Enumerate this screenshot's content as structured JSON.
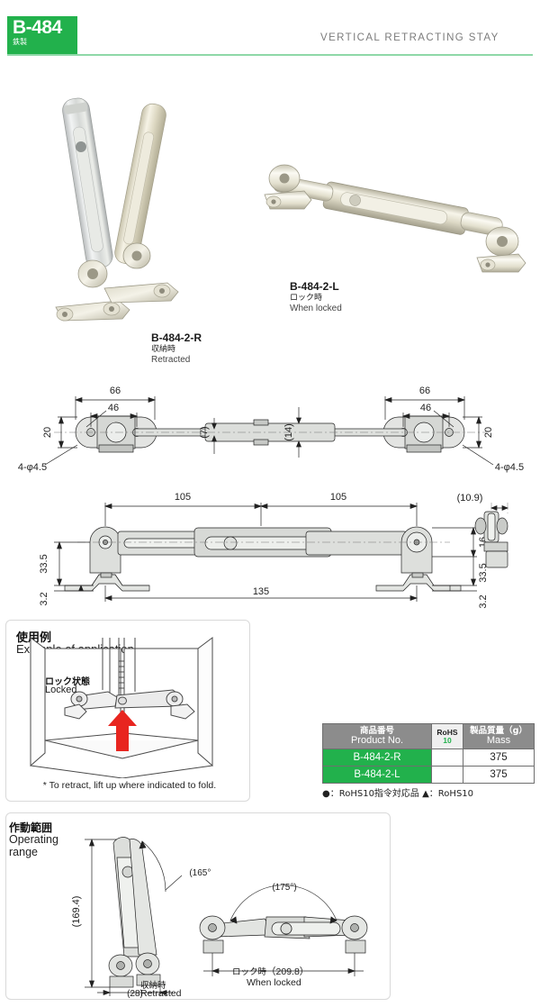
{
  "header": {
    "code": "B-484",
    "code_sub": "鉄製",
    "title": "VERTICAL  RETRACTING  STAY",
    "accent_color": "#22b14c",
    "rule_color": "#8fd8a8"
  },
  "photos": [
    {
      "product_no": "B-484-2-R",
      "state_jp": "収納時",
      "state_en": "Retracted"
    },
    {
      "product_no": "B-484-2-L",
      "state_jp": "ロック時",
      "state_en": "When locked"
    }
  ],
  "drawing_top": {
    "dim_66_left": "66",
    "dim_46_left": "46",
    "dim_20_left": "20",
    "dim_hole_left": "4-φ4.5",
    "dim_7": "(7)",
    "dim_14": "(14)",
    "dim_66_right": "66",
    "dim_46_right": "46",
    "dim_20_right": "20",
    "dim_hole_right": "4-φ4.5"
  },
  "drawing_side": {
    "dim_105_left": "105",
    "dim_105_right": "105",
    "dim_33_5_left": "33.5",
    "dim_33_5_right": "33.5",
    "dim_3_2_left": "3.2",
    "dim_3_2_right": "3.2",
    "dim_16": "16",
    "dim_135": "135",
    "dim_10_9": "(10.9)"
  },
  "application": {
    "title_jp": "使用例",
    "title_en": "Example of application",
    "locked_jp": "ロック状態",
    "locked_en": "Locked",
    "note": "* To retract, lift up where indicated to fold.",
    "arrow_color": "#e8251f"
  },
  "table": {
    "headers": {
      "product_no_jp": "商品番号",
      "product_no_en": "Product No.",
      "rohs_line1": "RoHS",
      "rohs_line2": "10",
      "mass_jp": "製品質量（g）",
      "mass_en": "Mass"
    },
    "rows": [
      {
        "product_no": "B-484-2-R",
        "rohs": "",
        "mass": "375"
      },
      {
        "product_no": "B-484-2-L",
        "rohs": "",
        "mass": "375"
      }
    ],
    "legend": "●：RoHS10指令対応品 ▲：RoHS10",
    "row_color": "#22b14c",
    "header_color": "#8c8c8c"
  },
  "operating_range": {
    "title_jp": "作動範囲",
    "title_en_line1": "Operating",
    "title_en_line2": "range",
    "height_dim": "(169.4)",
    "angle_retracted": "(165°)",
    "width_dim": "(28)",
    "retracted_jp": "収納時",
    "retracted_en": "Retracted",
    "angle_locked": "(175°)",
    "locked_jp": "ロック時",
    "locked_dim": "（209.8）",
    "locked_en": "When locked"
  }
}
